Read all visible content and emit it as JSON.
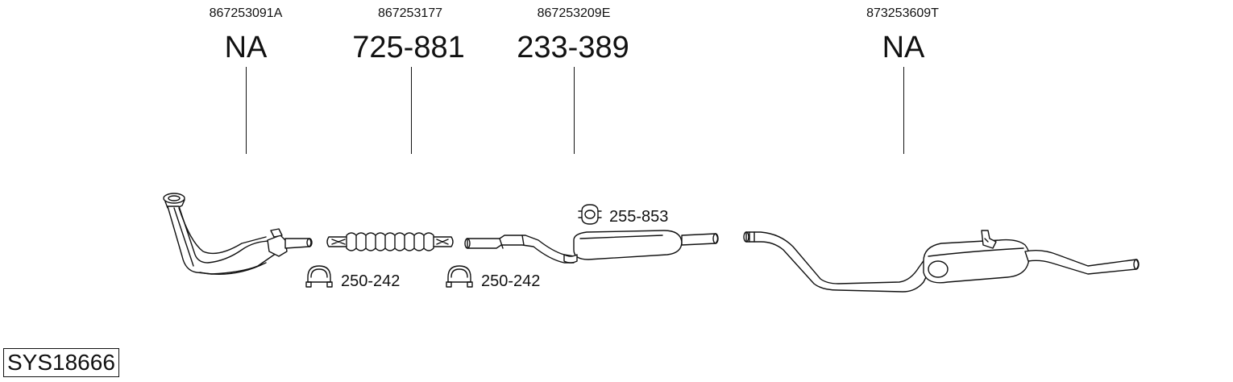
{
  "header": {
    "columns": [
      {
        "oem": "867253091A",
        "part": "NA"
      },
      {
        "oem": "867253177",
        "part": "725-881"
      },
      {
        "oem": "867253209E",
        "part": "233-389"
      },
      {
        "oem": "873253609T",
        "part": "NA"
      }
    ]
  },
  "accessories": {
    "clamp_1": "250-242",
    "clamp_2": "250-242",
    "mount": "255-853"
  },
  "system_id": "SYS18666"
}
